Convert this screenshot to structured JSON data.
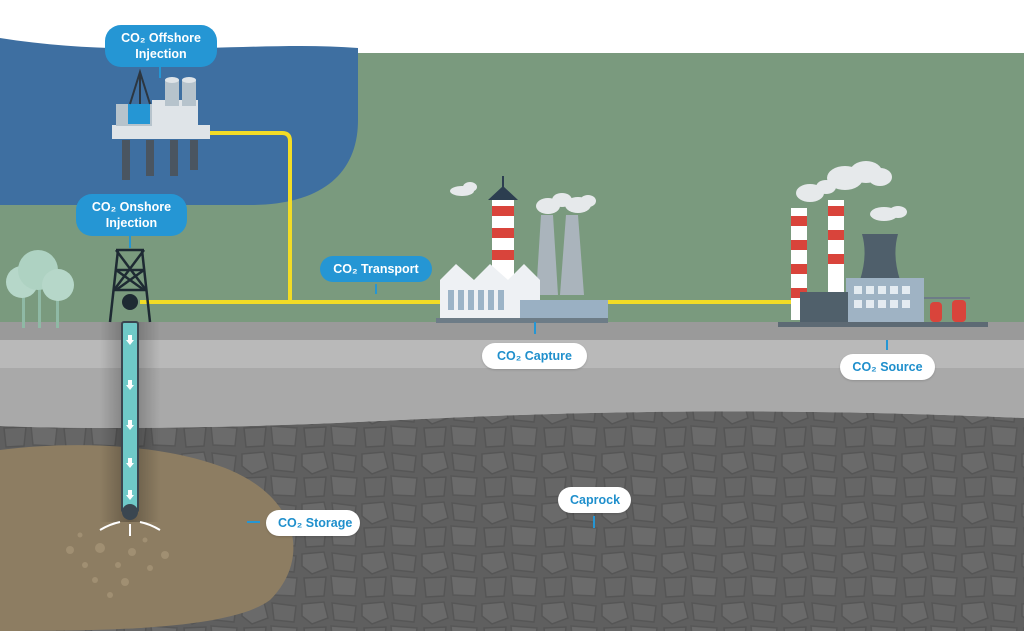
{
  "labels": {
    "offshore_line1": "CO₂ Offshore",
    "offshore_line2": "Injection",
    "onshore_line1": "CO₂ Onshore",
    "onshore_line2": "Injection",
    "transport": "CO₂ Transport",
    "capture": "CO₂ Capture",
    "source": "CO₂ Source",
    "storage": "CO₂ Storage",
    "caprock": "Caprock"
  },
  "colors": {
    "sea": "#3e6fa1",
    "land": "#7a9a7e",
    "pipeline": "#f2dc26",
    "label_blue": "#2596d4",
    "rock": "#5e5e5e",
    "reservoir": "#8d7d62"
  }
}
